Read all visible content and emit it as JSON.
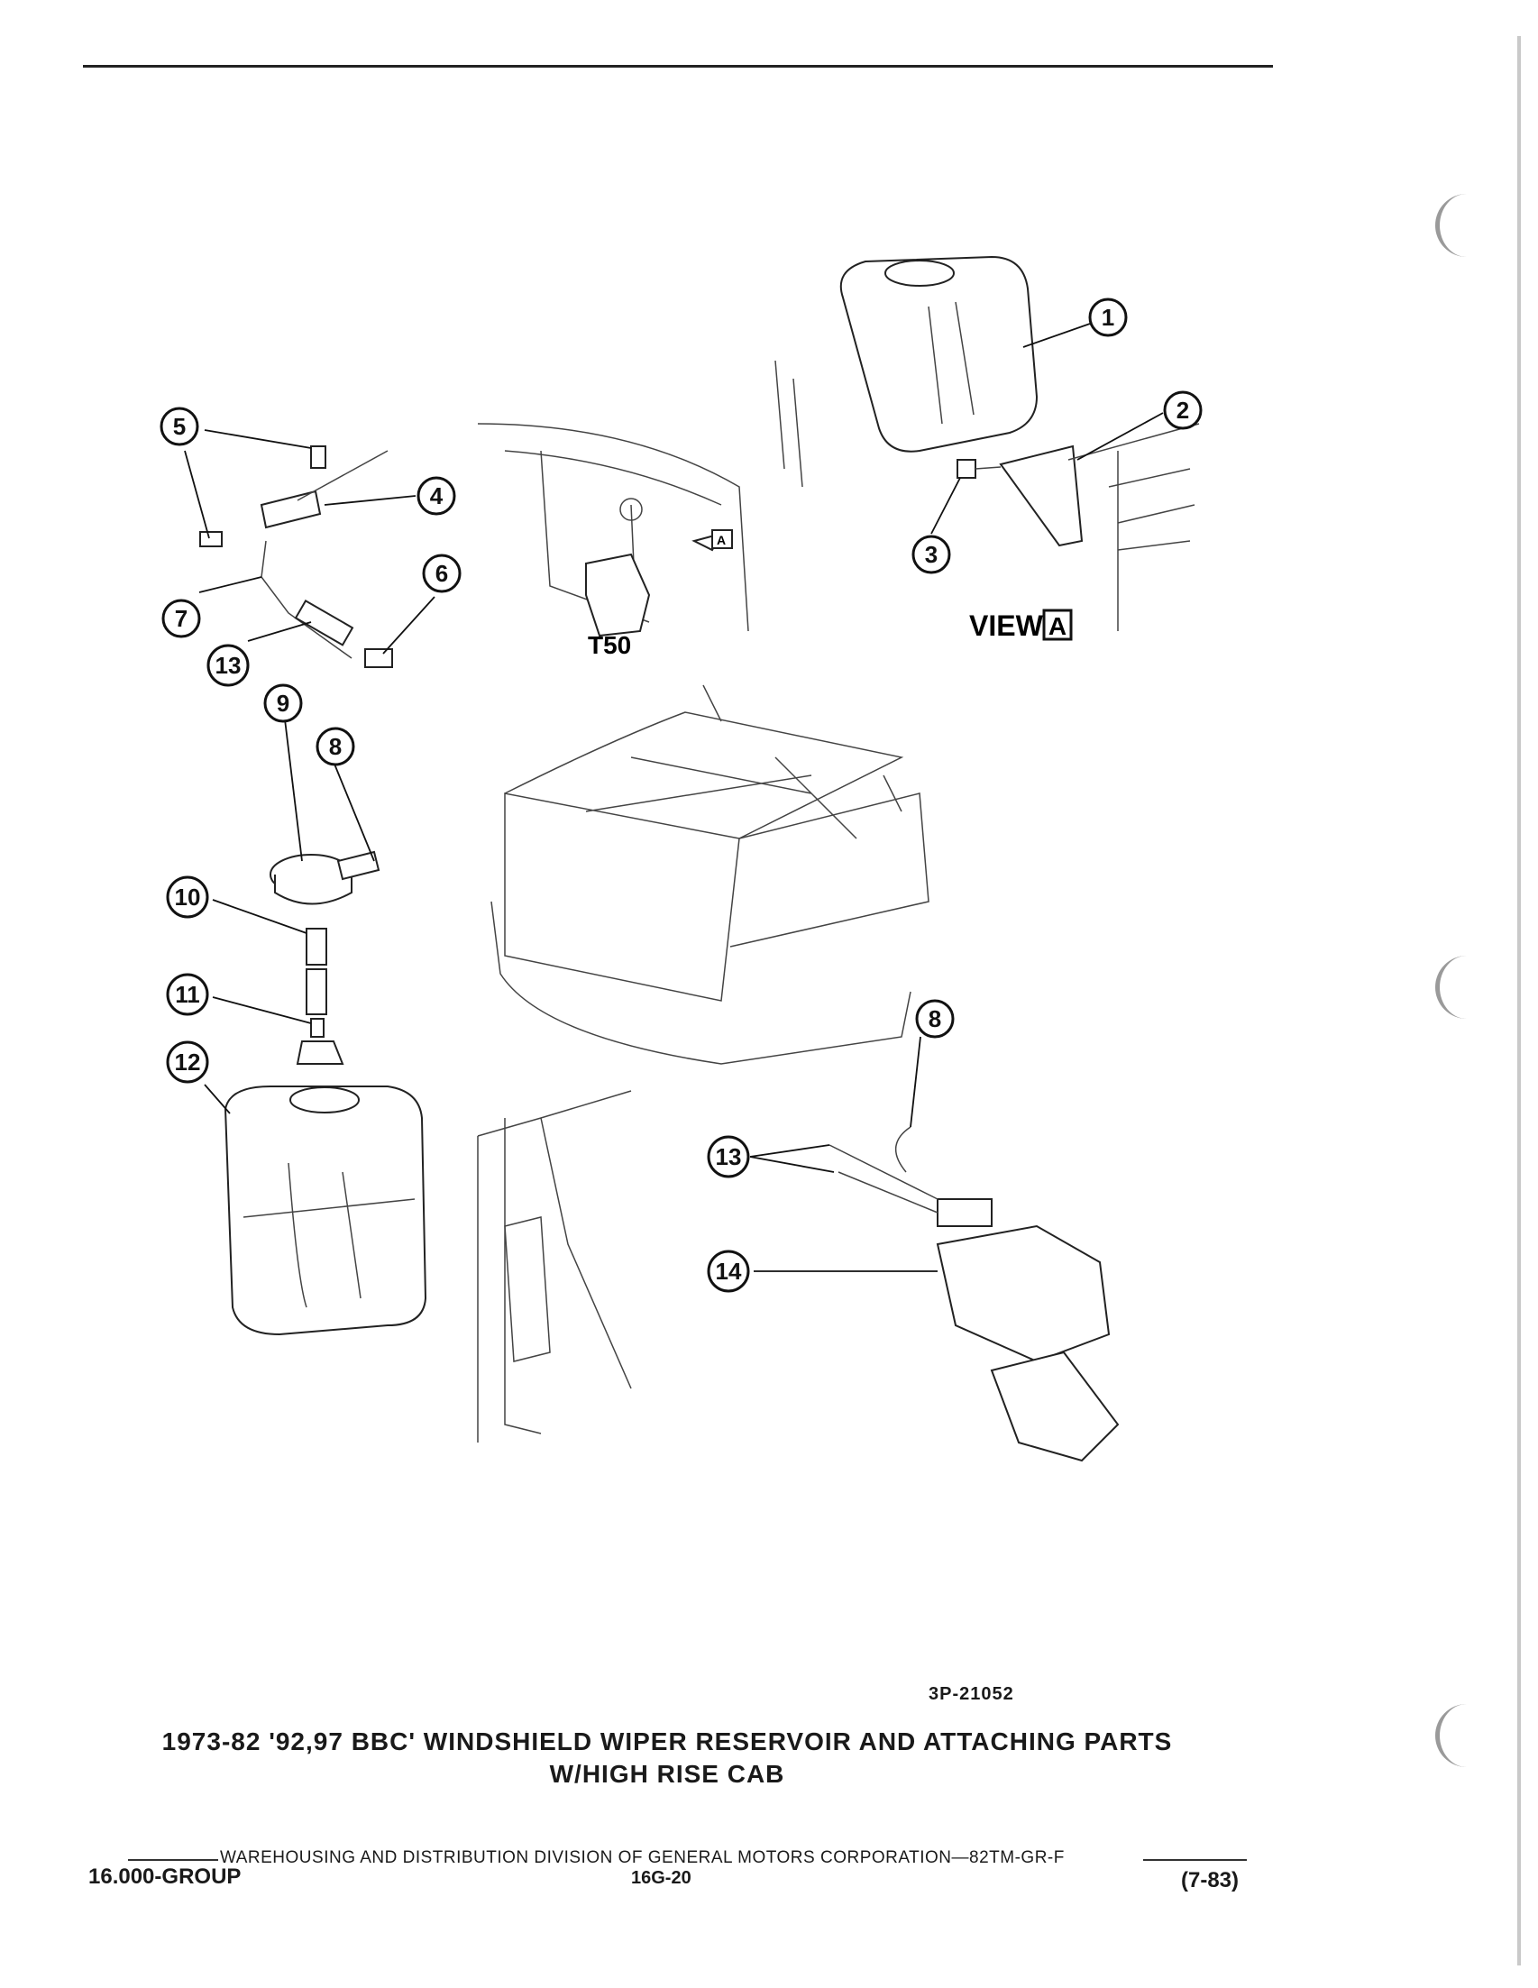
{
  "figure": {
    "callouts": [
      {
        "id": "c1",
        "label": "1"
      },
      {
        "id": "c2",
        "label": "2"
      },
      {
        "id": "c3",
        "label": "3"
      },
      {
        "id": "c4",
        "label": "4"
      },
      {
        "id": "c5",
        "label": "5"
      },
      {
        "id": "c6",
        "label": "6"
      },
      {
        "id": "c7",
        "label": "7"
      },
      {
        "id": "c8a",
        "label": "8"
      },
      {
        "id": "c8b",
        "label": "8"
      },
      {
        "id": "c9",
        "label": "9"
      },
      {
        "id": "c10",
        "label": "10"
      },
      {
        "id": "c11",
        "label": "11"
      },
      {
        "id": "c12",
        "label": "12"
      },
      {
        "id": "c13a",
        "label": "13"
      },
      {
        "id": "c13b",
        "label": "13"
      },
      {
        "id": "c14",
        "label": "14"
      }
    ],
    "view_label": "VIEW",
    "view_letter": "A",
    "inset_letter": "A",
    "model_label": "T50"
  },
  "figure_code": "3P-21052",
  "caption": {
    "line1": "1973-82 '92,97 BBC' WINDSHIELD WIPER RESERVOIR AND ATTACHING PARTS",
    "line2": "W/HIGH RISE CAB"
  },
  "footer": {
    "division": "WAREHOUSING AND DISTRIBUTION  DIVISION OF GENERAL MOTORS CORPORATION—82TM-GR-F",
    "group": "16.000-GROUP",
    "page": "16G-20",
    "date": "(7-83)"
  }
}
